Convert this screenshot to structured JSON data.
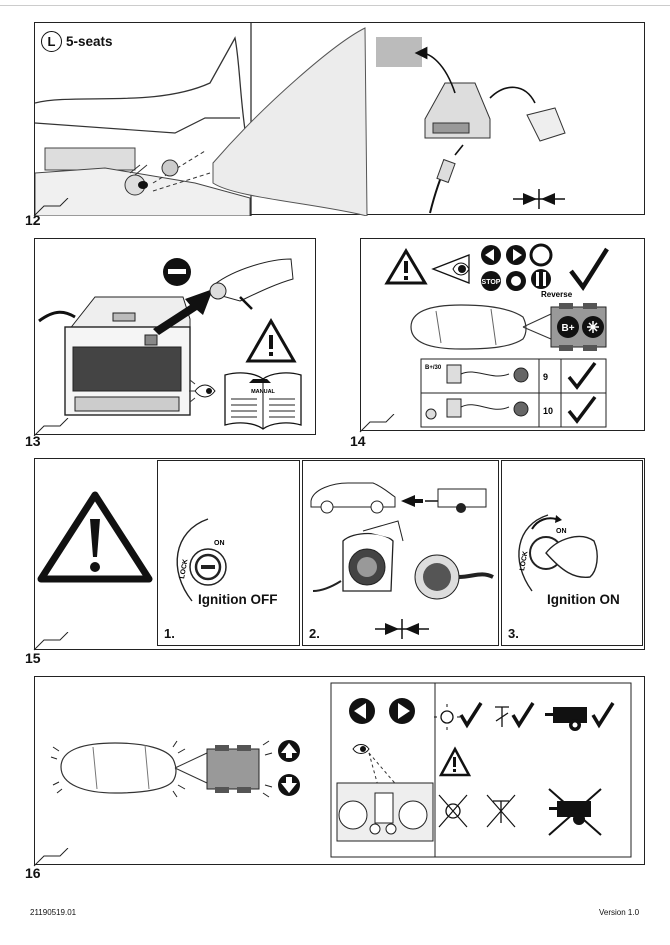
{
  "steps": {
    "s12": {
      "number": "12",
      "badge": "L",
      "label": "5-seats"
    },
    "s13": {
      "number": "13",
      "manual": "MANUAL"
    },
    "s14": {
      "number": "14",
      "reverse": "Reverse",
      "stop": "STOP",
      "bplus": "B+",
      "rows": [
        {
          "tag": "B+/30",
          "value": "9"
        },
        {
          "tag": "",
          "value": "10"
        }
      ]
    },
    "s15": {
      "number": "15",
      "sub1": {
        "label": "1.",
        "caption": "Ignition OFF",
        "lock": "LOCK",
        "on": "ON"
      },
      "sub2": {
        "label": "2."
      },
      "sub3": {
        "label": "3.",
        "caption": "Ignition ON",
        "lock": "LOCK",
        "on": "ON"
      }
    },
    "s16": {
      "number": "16"
    }
  },
  "footer": {
    "doc_id": "21190519.01",
    "version": "Version 1.0"
  },
  "colors": {
    "line": "#222222",
    "fill_grey": "#bbbbbb",
    "dark": "#111111"
  }
}
